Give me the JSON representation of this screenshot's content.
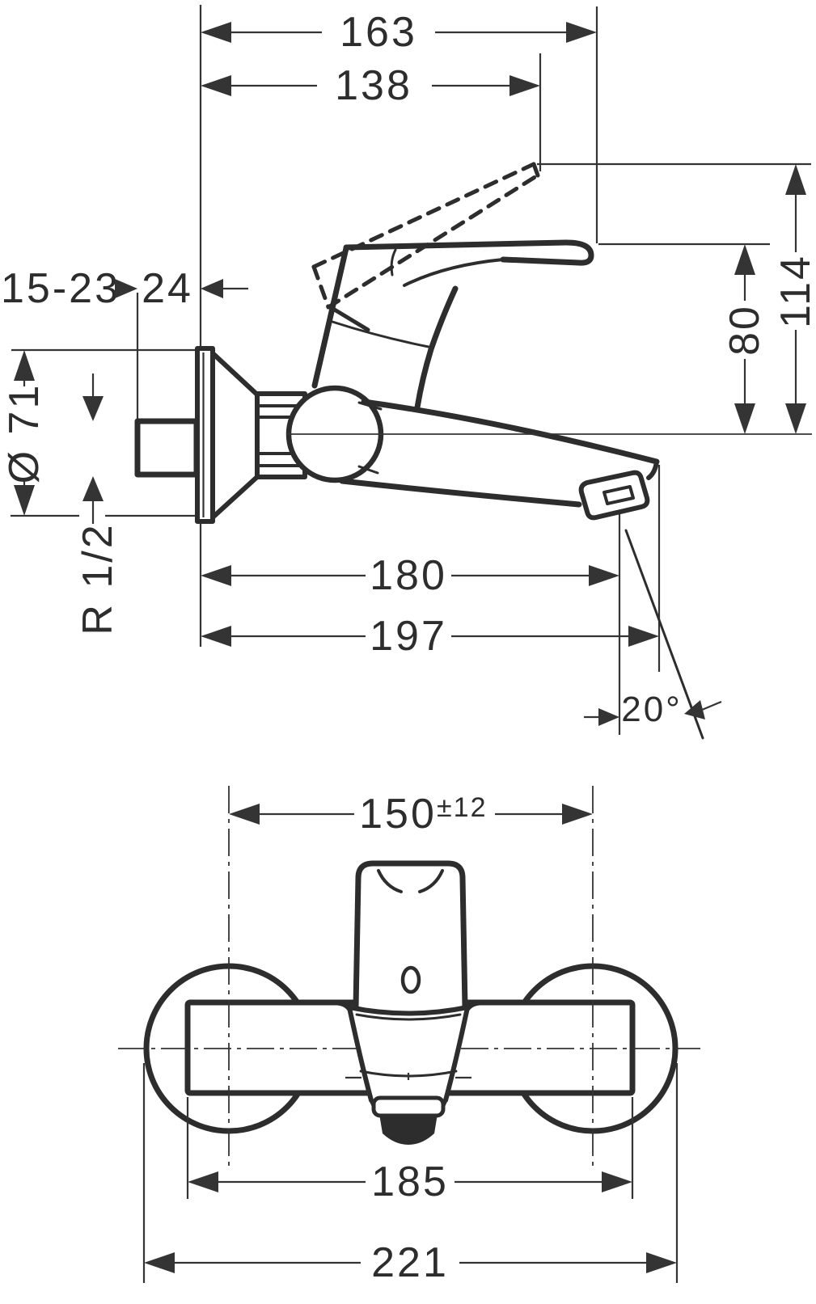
{
  "diagram": {
    "description": "Technical dimension drawing of a wall-mounted single-lever mixer tap, side view and bottom view",
    "ink_color": "#2d2d2d",
    "background_color": "#ffffff",
    "side_view": {
      "dim_handle_reach_open": "163",
      "dim_handle_reach_closed": "138",
      "dim_wall_adjust_range": "15-23",
      "dim_union_projection": "24",
      "dim_flange_diameter": "Ø 71",
      "dim_thread_size": "R 1/2",
      "dim_handle_height": "80",
      "dim_open_handle_height": "114",
      "dim_spout_reach": "180",
      "dim_spout_tip_reach": "197",
      "dim_spout_angle": "20°"
    },
    "front_view": {
      "dim_connection_centers": "150",
      "dim_connection_tolerance": "±12",
      "dim_body_width": "185",
      "dim_total_width": "221"
    }
  }
}
